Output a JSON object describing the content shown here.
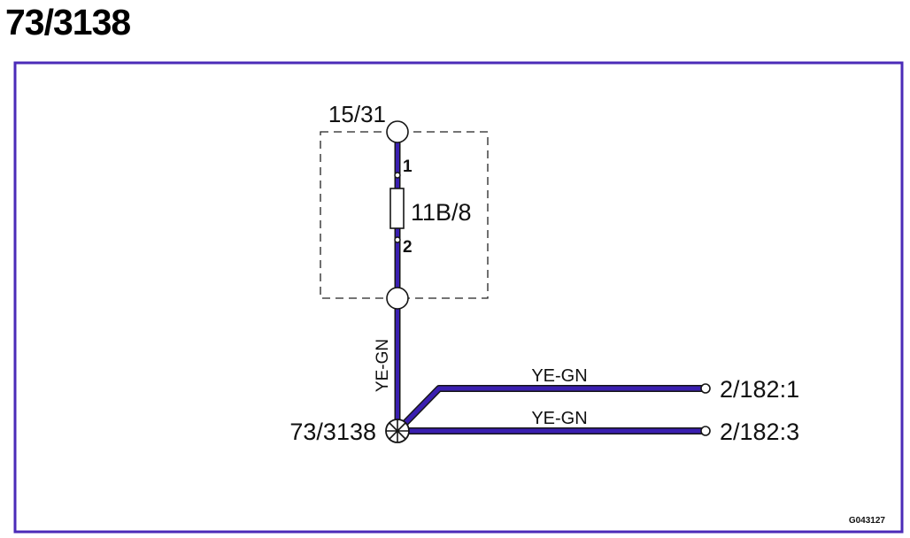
{
  "title": "73/3138",
  "colors": {
    "frame": "#4b2bb8",
    "wire": "#3a1fb0",
    "wire_outline": "#151515"
  },
  "connectors": {
    "top": "15/31",
    "fuse_pin_1": "1",
    "fuse_pin_2": "2",
    "fuse": "11B/8",
    "splice": "73/3138",
    "out_1": "2/182:1",
    "out_2": "2/182:3"
  },
  "wires": {
    "vertical": "YE-GN",
    "upper": "YE-GN",
    "lower": "YE-GN"
  },
  "figure_code": "G043127"
}
